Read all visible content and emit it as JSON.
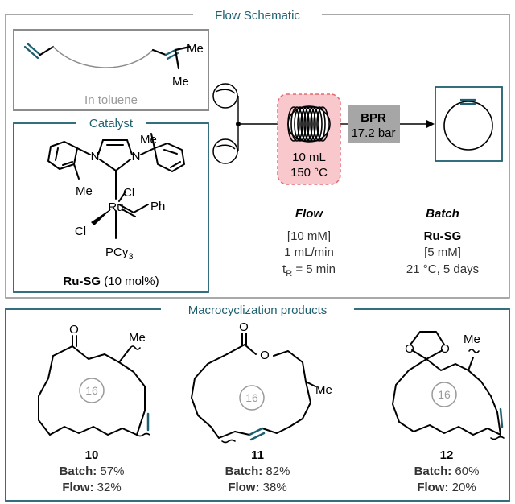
{
  "panel_top": {
    "title": "Flow Schematic",
    "substrate": {
      "me_top": "Me",
      "me_bottom": "Me",
      "solvent": "In toluene"
    },
    "catalyst": {
      "title": "Catalyst",
      "me_left": "Me",
      "me_right": "Me",
      "n1": "N",
      "n2": "N",
      "metal": "Ru",
      "cl_top": "Cl",
      "cl_left": "Cl",
      "ph": "Ph",
      "pcy": "PCy",
      "pcy_sub": "3",
      "name": "Ru-SG",
      "loading": "(10 mol%)"
    },
    "reactor": {
      "volume": "10 mL",
      "temperature": "150 °C"
    },
    "bpr": {
      "label": "BPR",
      "pressure": "17.2 bar"
    },
    "flow": {
      "heading": "Flow",
      "line1": "[10 mM]",
      "line2": "1 mL/min",
      "tr_prefix": "t",
      "tr_sub": "R",
      "tr_value": " = 5 min"
    },
    "batch": {
      "heading": "Batch",
      "line1": "Ru-SG",
      "line2": "[5 mM]",
      "line3": "21 °C, 5 days"
    }
  },
  "panel_bottom": {
    "title": "Macrocyclization products",
    "products": [
      {
        "id": "10",
        "ring": "16",
        "o_label": "O",
        "me_label": "Me",
        "batch_label": "Batch:",
        "batch_value": " 57%",
        "flow_label": "Flow:",
        "flow_value": " 32%"
      },
      {
        "id": "11",
        "ring": "16",
        "o_label": "O",
        "o2_label": "O",
        "me_label": "Me",
        "batch_label": "Batch:",
        "batch_value": " 82%",
        "flow_label": "Flow:",
        "flow_value": " 38%"
      },
      {
        "id": "12",
        "ring": "16",
        "o_label": "O",
        "o2_label": "O",
        "me_label": "Me",
        "batch_label": "Batch:",
        "batch_value": " 60%",
        "flow_label": "Flow:",
        "flow_value": " 20%"
      }
    ]
  },
  "colors": {
    "teal": "#1d5f6f",
    "gray_border": "#8c8c8c",
    "reactor_fill": "#f8c8cc",
    "reactor_border": "#e26a72",
    "bpr_fill": "#a6a6a6",
    "ring_label": "#9a9a9a"
  }
}
